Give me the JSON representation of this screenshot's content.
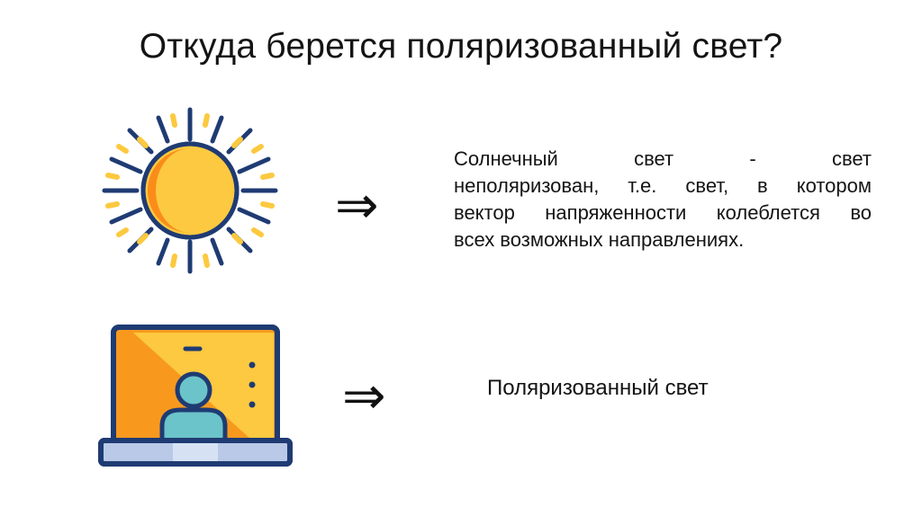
{
  "slide": {
    "title": "Откуда берется поляризованный свет?",
    "row1": {
      "icon": "sun-icon",
      "arrow": "⇒",
      "text_lines": [
        "Солнечный свет - свет",
        "неполяризован, т.е. свет, в котором",
        "вектор напряженности колеблется во",
        "всех возможных направлениях."
      ]
    },
    "row2": {
      "icon": "laptop-user-icon",
      "arrow": "⇒",
      "text": "Поляризованный свет"
    }
  },
  "colors": {
    "outline": "#1f3b73",
    "sun_core": "#fcc940",
    "sun_shade": "#fb8c1a",
    "sun_dash": "#fcc940",
    "screen_orange": "#f8991e",
    "screen_yellow": "#fcc940",
    "user_teal": "#6bc4c9",
    "laptop_base": "#b9c9e7"
  }
}
